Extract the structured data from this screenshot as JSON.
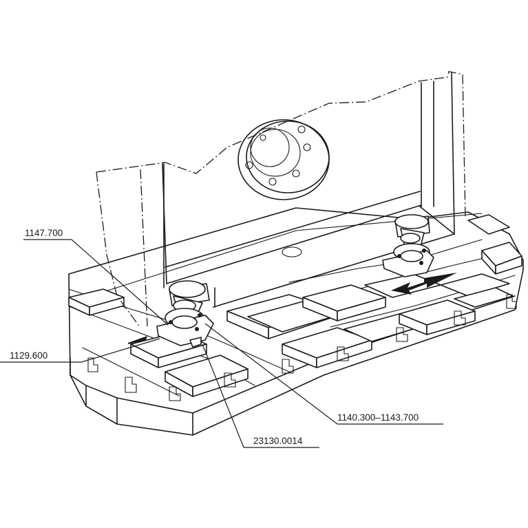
{
  "callouts": {
    "upper_left": "1147.700",
    "lower_left": "1129.600",
    "bottom_right": "1140.300–1143.700",
    "bottom_center": "23130.0014"
  }
}
